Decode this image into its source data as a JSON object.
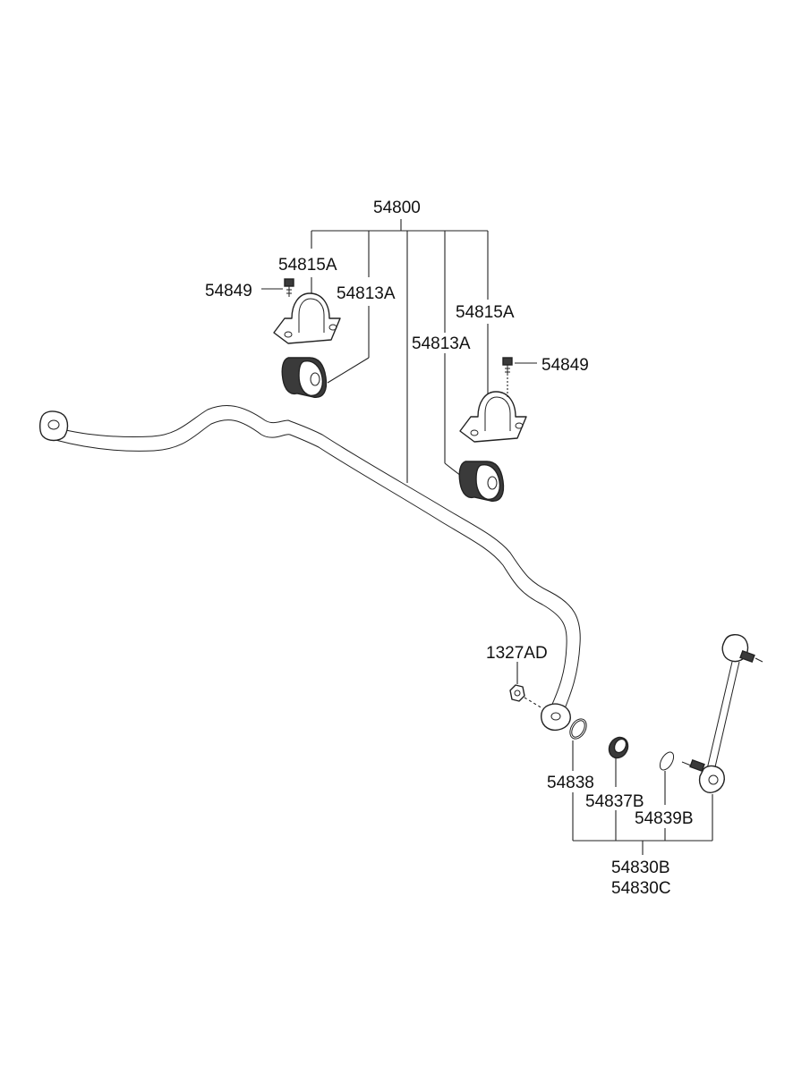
{
  "labels": {
    "assembly": "54800",
    "bracket_left": "54815A",
    "bolt_left": "54849",
    "bushing_left": "54813A",
    "bracket_right": "54815A",
    "bushing_right": "54813A",
    "bolt_right": "54849",
    "nut": "1327AD",
    "seal_ring": "54838",
    "seal_cap": "54837B",
    "ring_b": "54839B",
    "link_b": "54830B",
    "link_c": "54830C"
  },
  "colors": {
    "line": "#222222",
    "background": "#ffffff",
    "bushing_fill": "#3a3a3a"
  }
}
